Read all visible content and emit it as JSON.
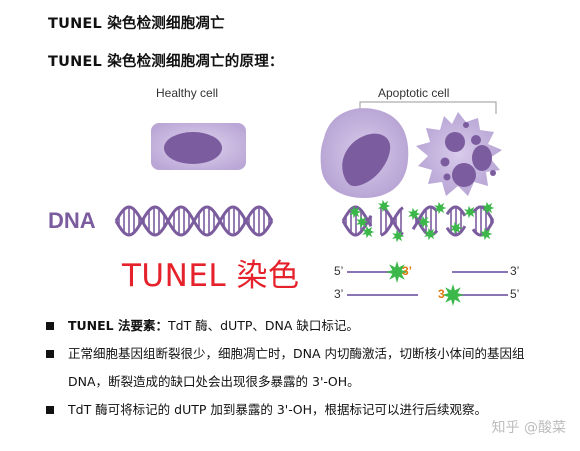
{
  "headings": {
    "title": "TUNEL 染色检测细胞凋亡",
    "subtitle": "TUNEL 染色检测细胞凋亡的原理："
  },
  "diagram": {
    "healthy_label": "Healthy cell",
    "apoptotic_label": "Apoptotic cell",
    "dna_label": "DNA",
    "stain_label": "TUNEL 染色",
    "strand_left": {
      "top_5": "5’",
      "top_3": "3’",
      "bottom_3": "3’"
    },
    "strand_right": {
      "top_3": "3’",
      "bottom_3": "3",
      "bottom_5": "5’"
    },
    "colors": {
      "cell_fill": "#c9b9df",
      "nucleus": "#7b5c9e",
      "dna": "#7b5c9e",
      "label_green": "#3cb84a",
      "stain_red": "#e5222b"
    }
  },
  "bullets": [
    {
      "lead": "TUNEL 法要素：",
      "text": "TdT 酶、dUTP、DNA 缺口标记。"
    },
    {
      "text": "正常细胞基因组断裂很少，细胞凋亡时，DNA 内切酶激活，切断核小体间的基因组"
    },
    {
      "text": "DNA，断裂造成的缺口处会出现很多暴露的 3'-OH。"
    },
    {
      "text": "TdT 酶可将标记的 dUTP 加到暴露的 3'-OH，根据标记可以进行后续观察。"
    }
  ],
  "watermark": "知乎 @酸菜"
}
